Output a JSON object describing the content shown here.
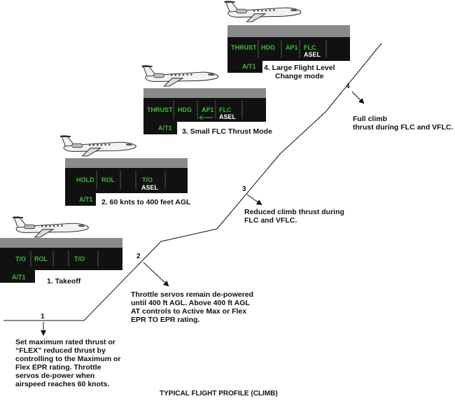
{
  "title": "TYPICAL FLIGHT PROFILE (CLIMB)",
  "colors": {
    "annunciator_green": "#3dbb3d",
    "panel_black": "#111111",
    "ground_gray": "#8a8a8a",
    "asel_white": "#ffffff"
  },
  "icons": [
    "business-jet-icon",
    "arrow-left-icon"
  ],
  "stages": [
    {
      "number": "1",
      "caption": "1. Takeoff",
      "fma": [
        "T/O",
        "ROL",
        "",
        "T/O",
        ""
      ],
      "asel": "",
      "at": "A/T1",
      "description": "Set maximum rated thrust or\n“FLEX” reduced thrust by\ncontrolling to the Maximum or\nFlex EPR rating. Throttle\nservos de-power when\nairspeed reaches 60 knots."
    },
    {
      "number": "2",
      "caption": "2. 60 knts to 400 feet AGL",
      "fma": [
        "HOLD",
        "ROL",
        "",
        "T/O",
        ""
      ],
      "asel": "ASEL",
      "at": "A/T1",
      "description": "Throttle servos remain de-powered\nuntil 400 ft AGL. Above 400 ft AGL\nAT controls to Active Max or Flex\nEPR TO EPR rating."
    },
    {
      "number": "3",
      "caption": "3. Small FLC Thrust Mode",
      "fma": [
        "THRUST",
        "HDG",
        "AP1",
        "FLC",
        ""
      ],
      "asel": "ASEL",
      "at": "A/T1",
      "description": "Reduced climb thrust during\nFLC and VFLC."
    },
    {
      "number": "4",
      "caption": "4. Large Flight Level\nChange mode",
      "fma": [
        "THRUST",
        "HDG",
        "AP1",
        "FLC",
        ""
      ],
      "asel": "ASEL",
      "at": "A/T1",
      "description": "Full climb\nthrust during FLC and VFLC."
    }
  ]
}
